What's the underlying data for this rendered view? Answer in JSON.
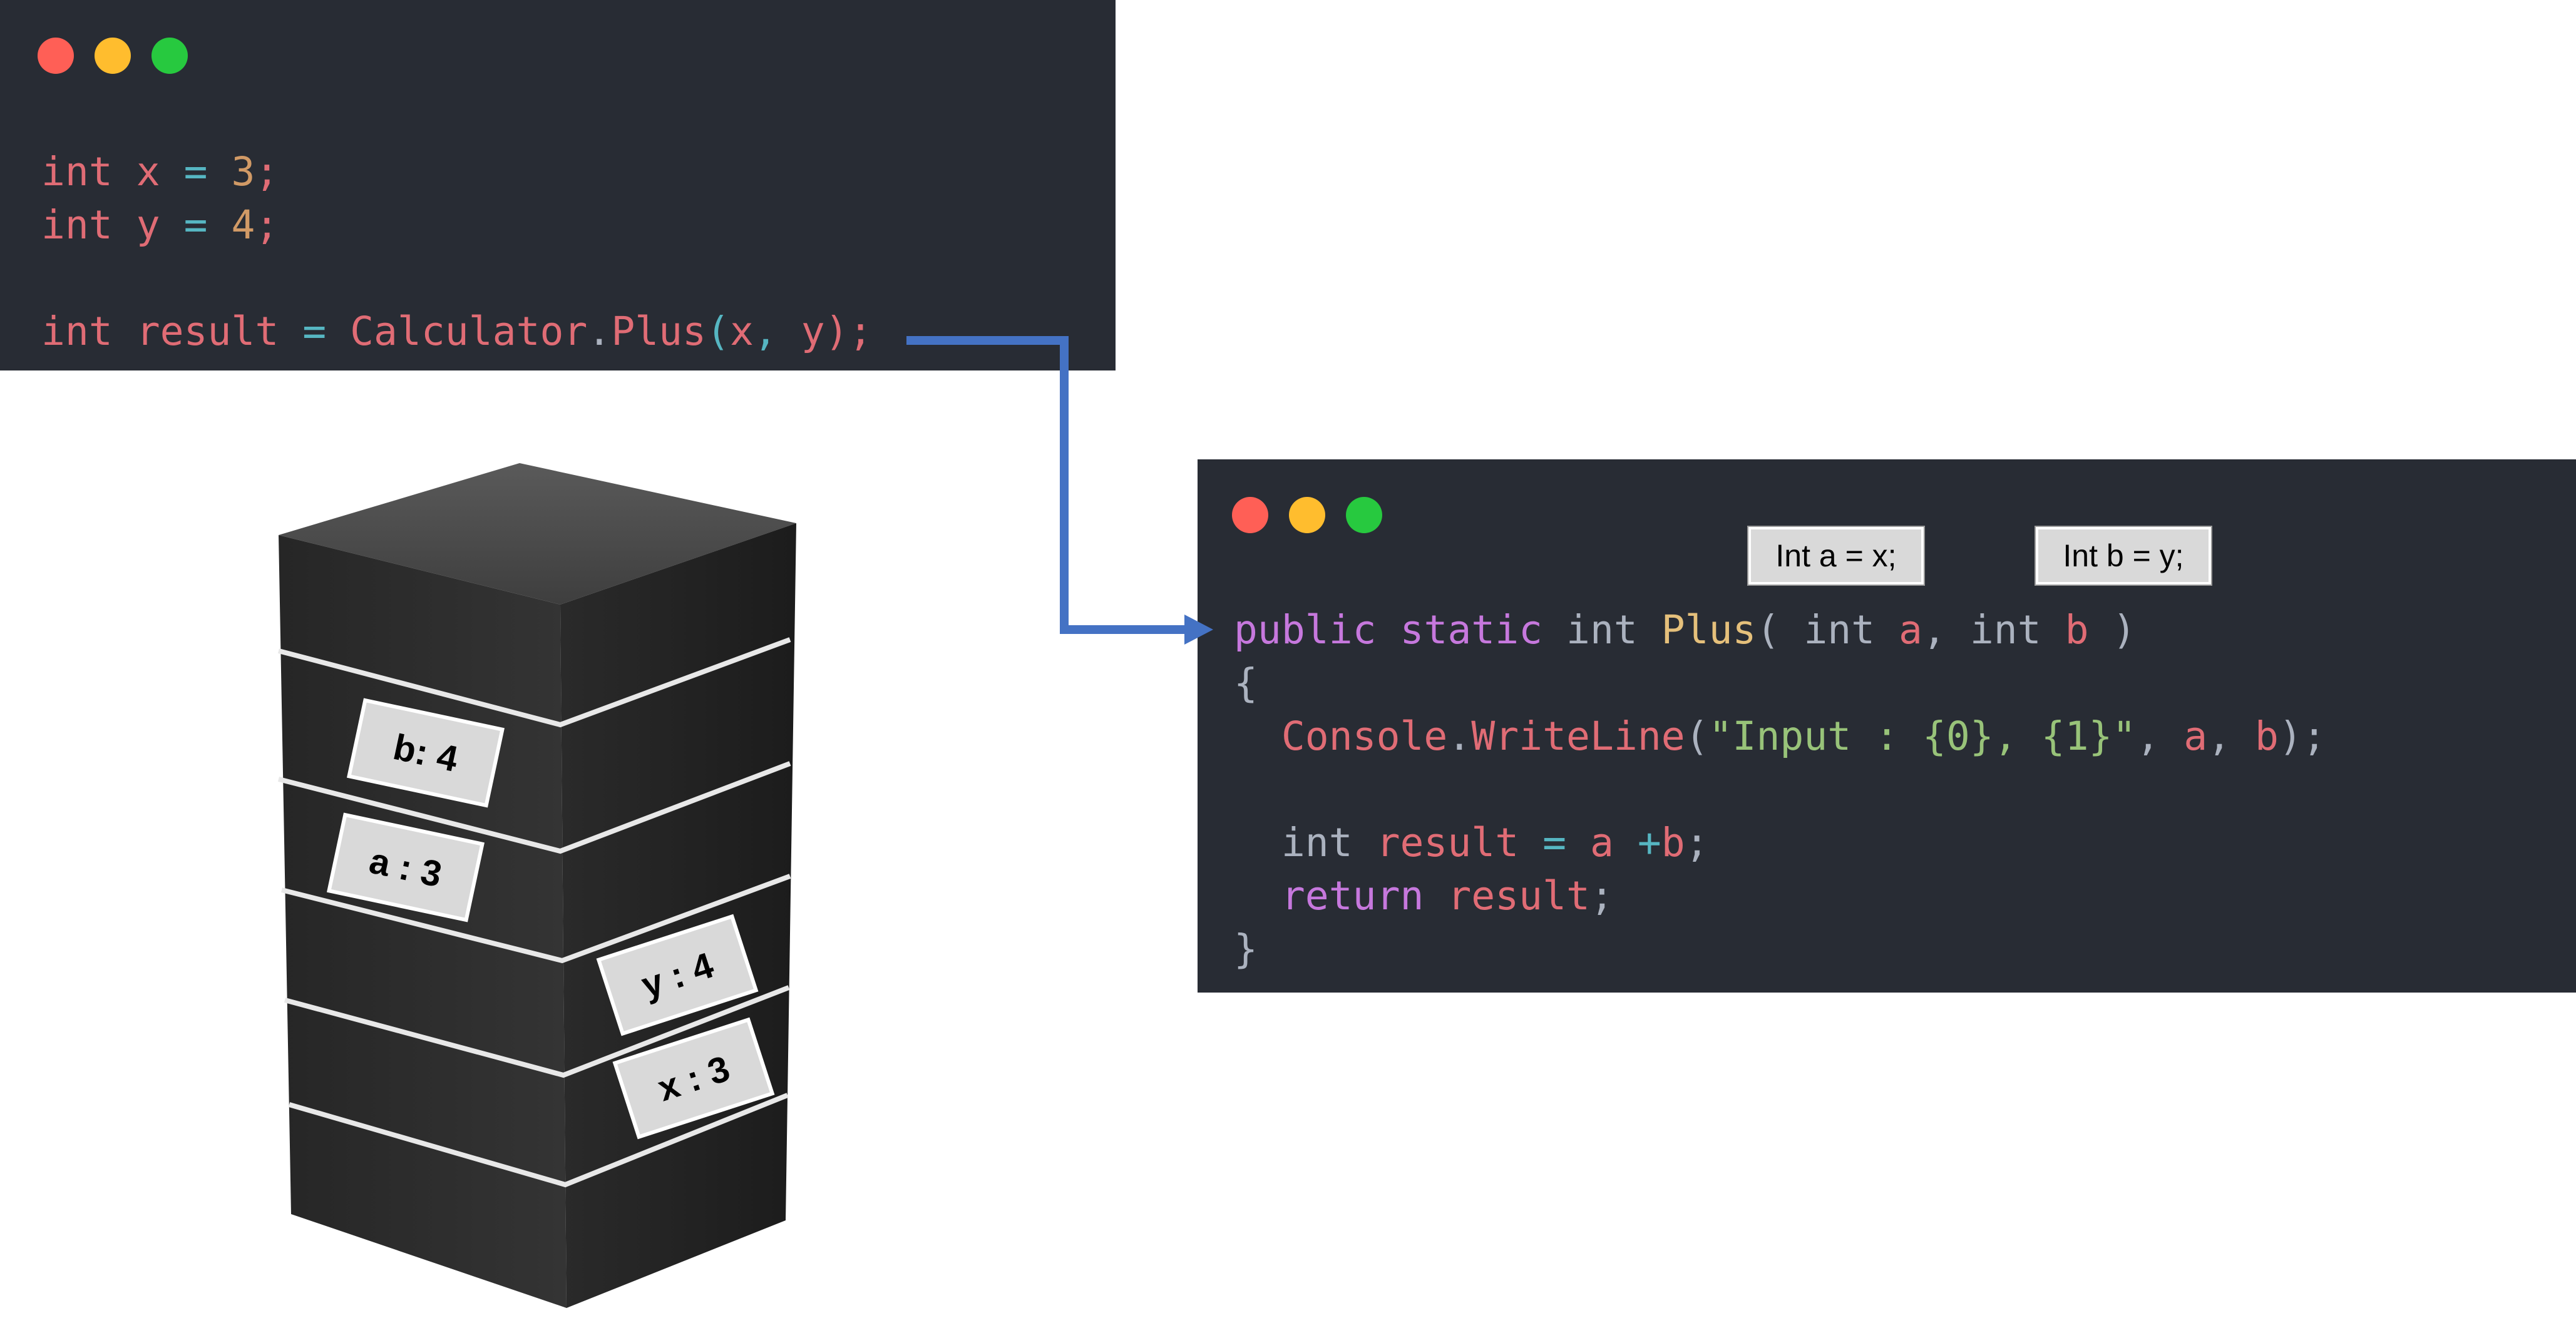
{
  "palette": {
    "background": "#ffffff",
    "window_bg": "#282c34",
    "dot_close": "#ff5f56",
    "dot_minimize": "#ffbd2e",
    "dot_maximize": "#27c93f",
    "keyword_purple": "#c678dd",
    "type_gray": "#abb2bf",
    "identifier_red": "#e06c75",
    "number_orange": "#d19a66",
    "operator_cyan": "#56b6c2",
    "function_yellow": "#e5c07b",
    "string_green": "#98c379",
    "arrow_blue": "#4472c4",
    "stack_dark": "#2e2e2e",
    "stack_line": "#e8e8e8",
    "label_bg": "#d9d9d9"
  },
  "caller_window": {
    "lines": [
      [
        {
          "t": "int ",
          "c": "identifier_red"
        },
        {
          "t": "x",
          "c": "identifier_red"
        },
        {
          "t": " = ",
          "c": "operator_cyan"
        },
        {
          "t": "3",
          "c": "number_orange"
        },
        {
          "t": ";",
          "c": "identifier_red"
        }
      ],
      [
        {
          "t": "int ",
          "c": "identifier_red"
        },
        {
          "t": "y",
          "c": "identifier_red"
        },
        {
          "t": " = ",
          "c": "operator_cyan"
        },
        {
          "t": "4",
          "c": "number_orange"
        },
        {
          "t": ";",
          "c": "identifier_red"
        }
      ],
      [],
      [
        {
          "t": "int ",
          "c": "identifier_red"
        },
        {
          "t": "result",
          "c": "identifier_red"
        },
        {
          "t": " = ",
          "c": "operator_cyan"
        },
        {
          "t": "Calculator",
          "c": "identifier_red"
        },
        {
          "t": ".",
          "c": "type_gray"
        },
        {
          "t": "Plus",
          "c": "identifier_red"
        },
        {
          "t": "(",
          "c": "operator_cyan"
        },
        {
          "t": "x",
          "c": "identifier_red"
        },
        {
          "t": ", ",
          "c": "operator_cyan"
        },
        {
          "t": "y",
          "c": "identifier_red"
        },
        {
          "t": ");",
          "c": "identifier_red"
        }
      ]
    ]
  },
  "method_window": {
    "lines": [
      [
        {
          "t": "public ",
          "c": "keyword_purple"
        },
        {
          "t": "static ",
          "c": "keyword_purple"
        },
        {
          "t": "int ",
          "c": "type_gray"
        },
        {
          "t": "Plus",
          "c": "function_yellow"
        },
        {
          "t": "( ",
          "c": "type_gray"
        },
        {
          "t": "int ",
          "c": "type_gray"
        },
        {
          "t": "a",
          "c": "identifier_red"
        },
        {
          "t": ", ",
          "c": "type_gray"
        },
        {
          "t": "int ",
          "c": "type_gray"
        },
        {
          "t": "b",
          "c": "identifier_red"
        },
        {
          "t": " )",
          "c": "type_gray"
        }
      ],
      [
        {
          "t": "{",
          "c": "type_gray"
        }
      ],
      [
        {
          "t": "  ",
          "c": "type_gray"
        },
        {
          "t": "Console",
          "c": "identifier_red"
        },
        {
          "t": ".",
          "c": "type_gray"
        },
        {
          "t": "WriteLine",
          "c": "identifier_red"
        },
        {
          "t": "(",
          "c": "type_gray"
        },
        {
          "t": "\"Input : {0}, {1}\"",
          "c": "string_green"
        },
        {
          "t": ", ",
          "c": "type_gray"
        },
        {
          "t": "a",
          "c": "identifier_red"
        },
        {
          "t": ", ",
          "c": "type_gray"
        },
        {
          "t": "b",
          "c": "identifier_red"
        },
        {
          "t": ");",
          "c": "type_gray"
        }
      ],
      [],
      [
        {
          "t": "  ",
          "c": "type_gray"
        },
        {
          "t": "int ",
          "c": "type_gray"
        },
        {
          "t": "result",
          "c": "identifier_red"
        },
        {
          "t": " = ",
          "c": "operator_cyan"
        },
        {
          "t": "a",
          "c": "identifier_red"
        },
        {
          "t": " +",
          "c": "operator_cyan"
        },
        {
          "t": "b",
          "c": "identifier_red"
        },
        {
          "t": ";",
          "c": "type_gray"
        }
      ],
      [
        {
          "t": "  ",
          "c": "type_gray"
        },
        {
          "t": "return ",
          "c": "keyword_purple"
        },
        {
          "t": "result",
          "c": "identifier_red"
        },
        {
          "t": ";",
          "c": "type_gray"
        }
      ],
      [
        {
          "t": "}",
          "c": "type_gray"
        }
      ]
    ]
  },
  "param_labels": {
    "a": "Int a = x;",
    "b": "Int b = y;"
  },
  "stack_labels": [
    "b: 4",
    "a : 3",
    "y : 4",
    "x : 3"
  ]
}
